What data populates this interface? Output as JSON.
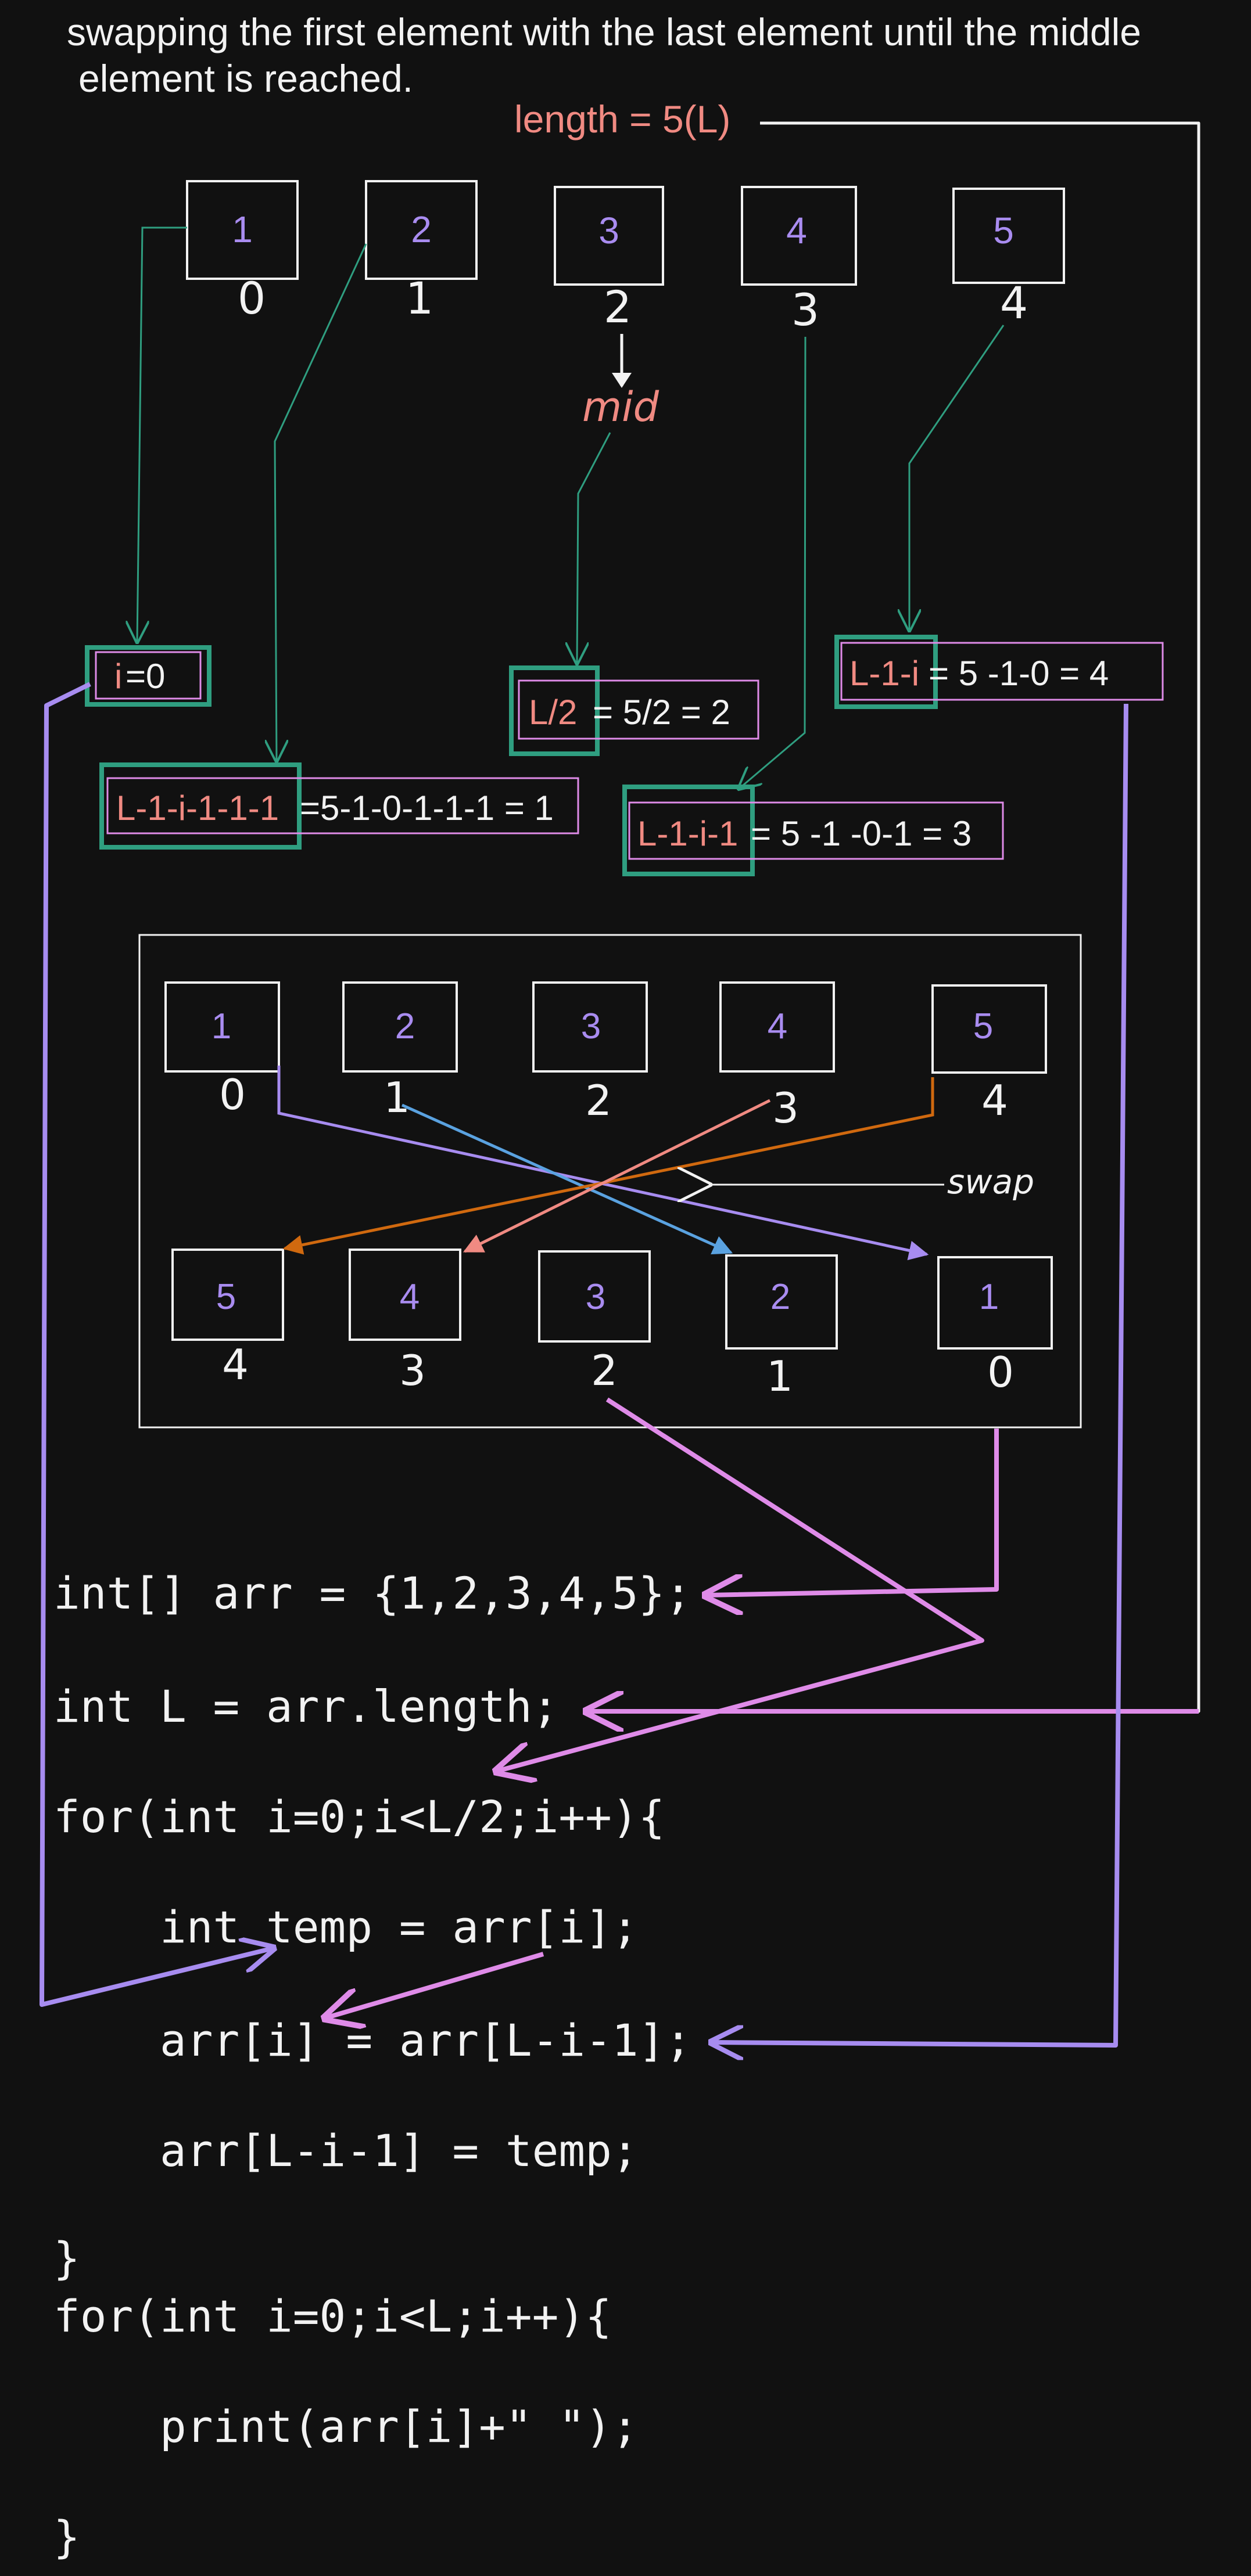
{
  "colors": {
    "background": "#111111",
    "text": "#f2f2f2",
    "box_value": "#a98cf0",
    "salmon": "#f08a82",
    "green": "#2f9e80",
    "pink": "#df8be8",
    "violet": "#a78cf0",
    "blue": "#5aa2e0",
    "orange": "#d0690f"
  },
  "heading": {
    "line1": "swapping the first element with the last element until the middle",
    "line2": "element is reached."
  },
  "length_label": "length = 5(L)",
  "top_array": {
    "values": [
      "1",
      "2",
      "3",
      "4",
      "5"
    ],
    "indices": [
      "0",
      "1",
      "2",
      "3",
      "4"
    ]
  },
  "mid_label": "mid",
  "formulas": {
    "i_var": "i",
    "i_value": "=0",
    "half": "L/2",
    "half_rest": " = 5/2 = 2",
    "last_term": "L-1-i",
    "last_rest": " = 5 -1-0 = 4",
    "second_term": "L-1-i-1-1-1",
    "second_rest": "=5-1-0-1-1-1 = 1",
    "fourth_term": "L-1-i-1",
    "fourth_rest": " = 5 -1 -0-1 = 3"
  },
  "panel": {
    "before_values": [
      "1",
      "2",
      "3",
      "4",
      "5"
    ],
    "before_indices": [
      "0",
      "1",
      "2",
      "3",
      "4"
    ],
    "after_values": [
      "5",
      "4",
      "3",
      "2",
      "1"
    ],
    "after_indices": [
      "4",
      "3",
      "2",
      "1",
      "0"
    ],
    "swap_label": "swap"
  },
  "code": [
    "int[] arr = {1,2,3,4,5};",
    "int L = arr.length;",
    "for(int i=0;i<L/2;i++){",
    "    int temp = arr[i];",
    "    arr[i] = arr[L-i-1];",
    "    arr[L-i-1] = temp;",
    "}",
    "for(int i=0;i<L;i++){",
    "    print(arr[i]+\" \");",
    "}"
  ]
}
